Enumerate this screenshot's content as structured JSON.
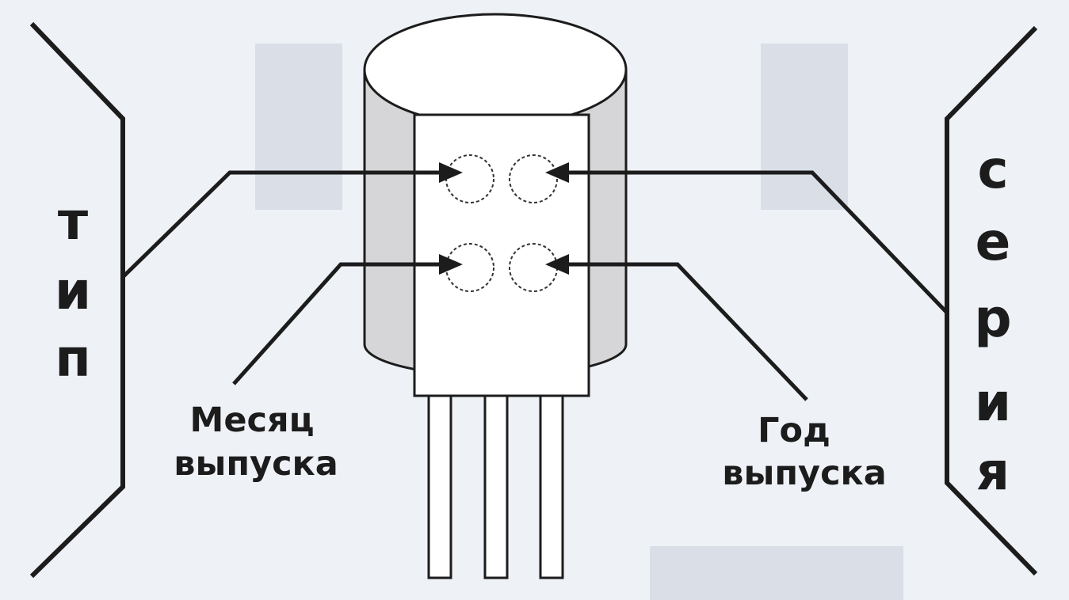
{
  "labels": {
    "left_vertical": [
      "т",
      "и",
      "п"
    ],
    "right_vertical": [
      "с",
      "е",
      "р",
      "и",
      "я"
    ],
    "month_line1": "Месяц",
    "month_line2": "выпуска",
    "year_line1": "Год",
    "year_line2": "выпуска"
  },
  "colors": {
    "background": "#eef1f6",
    "cylinder_body": "#d6d6d8",
    "plate": "#ffffff",
    "ink": "#1c1c1c"
  }
}
